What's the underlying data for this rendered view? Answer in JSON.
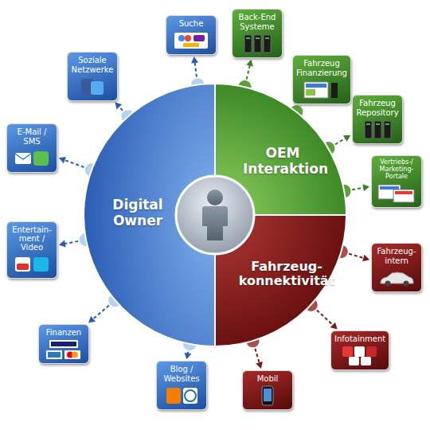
{
  "diagram": {
    "nodes": [
      {
        "text": [
          "Digital Owner"
        ]
      },
      {
        "text": [
          "OEM Interaktion"
        ]
      },
      {
        "text": [
          "Fahrzeug- konnektivität"
        ]
      },
      {
        "text": [
          "Suche"
        ]
      },
      {
        "text": [
          "Back-End Systeme"
        ]
      },
      {
        "text": [
          "Fahrzeug Finanzierung"
        ]
      },
      {
        "text": [
          "Fahrzeug Repository"
        ]
      },
      {
        "text": [
          "Vertriebs-/ Marketing-Portale"
        ]
      },
      {
        "text": [
          "Fahrzeug- intern"
        ]
      },
      {
        "text": [
          "Infotainment"
        ]
      },
      {
        "text": [
          "Mobil"
        ]
      },
      {
        "text": [
          "Blog / Websites"
        ]
      },
      {
        "text": [
          "Finanzen"
        ]
      },
      {
        "text": [
          "Entertain- ment / Video"
        ]
      },
      {
        "text": [
          "E-Mail / SMS"
        ]
      },
      {
        "text": [
          "Soziale Netzwerke"
        ]
      }
    ],
    "edges": [
      {
        "from": 0,
        "to": 3,
        "arrow": "to"
      },
      {
        "from": 1,
        "to": 4,
        "arrow": "to"
      },
      {
        "from": 1,
        "to": 5,
        "arrow": "to"
      },
      {
        "from": 1,
        "to": 6,
        "arrow": "to"
      },
      {
        "from": 1,
        "to": 7,
        "arrow": "to"
      },
      {
        "from": 2,
        "to": 8,
        "arrow": "to"
      },
      {
        "from": 2,
        "to": 9,
        "arrow": "to"
      },
      {
        "from": 2,
        "to": 10,
        "arrow": "to"
      },
      {
        "from": 0,
        "to": 11,
        "arrow": "to"
      },
      {
        "from": 0,
        "to": 12,
        "arrow": "to"
      },
      {
        "from": 0,
        "to": 13,
        "arrow": "to"
      },
      {
        "from": 0,
        "to": 14,
        "arrow": "to"
      },
      {
        "from": 0,
        "to": 15,
        "arrow": "to"
      }
    ]
  }
}
